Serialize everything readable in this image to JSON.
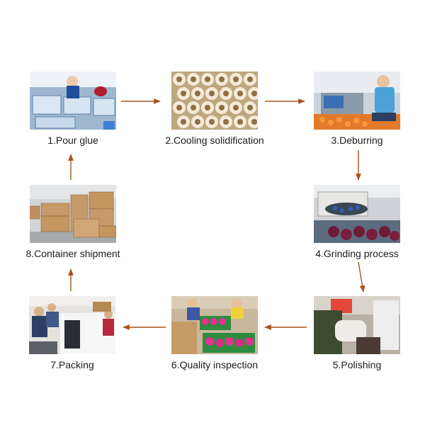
{
  "colors": {
    "arrow": "#a9531f",
    "label_text": "#1b1b1b",
    "background": "#ffffff"
  },
  "steps": [
    {
      "label": "1.Pour glue",
      "image": "factory-glue-pouring-photo"
    },
    {
      "label": "2.Cooling solidification",
      "image": "cooling-molds-photo"
    },
    {
      "label": "3.Deburring",
      "image": "deburring-worker-photo"
    },
    {
      "label": "4.Grinding process",
      "image": "grinding-machine-photo"
    },
    {
      "label": "5.Polishing",
      "image": "polishing-gloves-photo"
    },
    {
      "label": "6.Quality inspection",
      "image": "quality-inspection-photo"
    },
    {
      "label": "7.Packing",
      "image": "packing-line-photo"
    },
    {
      "label": "8.Container shipment",
      "image": "warehouse-cartons-photo"
    }
  ]
}
